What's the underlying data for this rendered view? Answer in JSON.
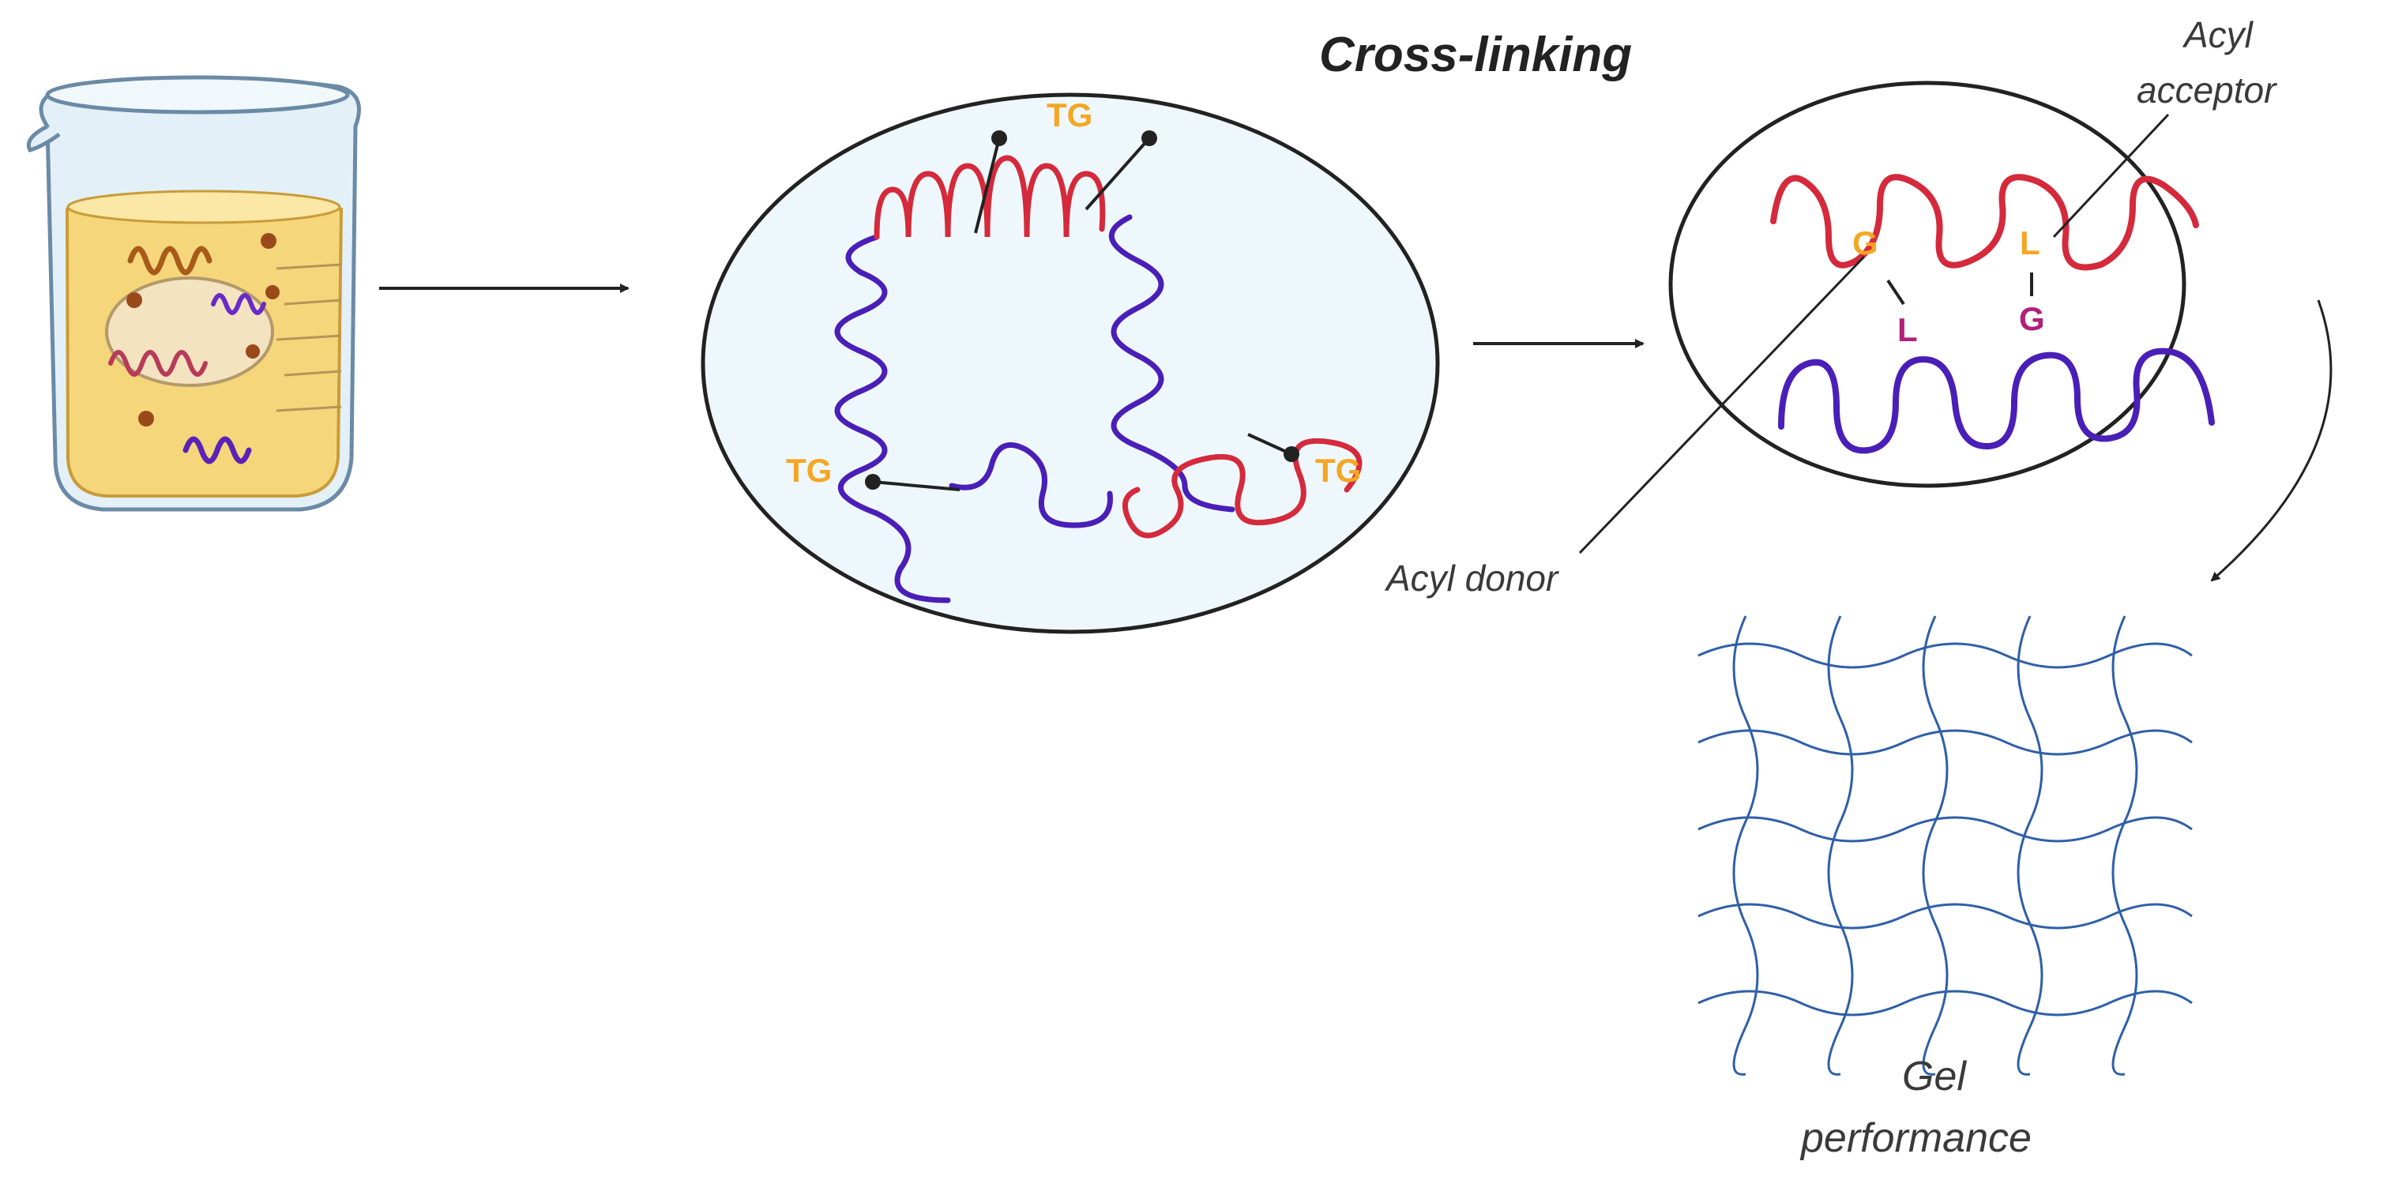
{
  "title": "Cross-linking",
  "enzyme_label": "TG",
  "labels": {
    "acyl_acceptor_line1": "Acyl",
    "acyl_acceptor_line2": "acceptor",
    "acyl_donor": "Acyl donor",
    "gel_line1": "Gel",
    "gel_line2": "performance"
  },
  "residues": {
    "glutamine": "G",
    "lysine": "L"
  },
  "colors": {
    "enzyme_text": "#f5a623",
    "chain_red": "#d42a3c",
    "chain_purple": "#4a1fb8",
    "residue_magenta": "#b0207a",
    "network_blue": "#2f5fa8",
    "cell_fill": "#eef7fb",
    "liquid": "#f7d77a",
    "beaker_glass": "#dcebf5"
  }
}
